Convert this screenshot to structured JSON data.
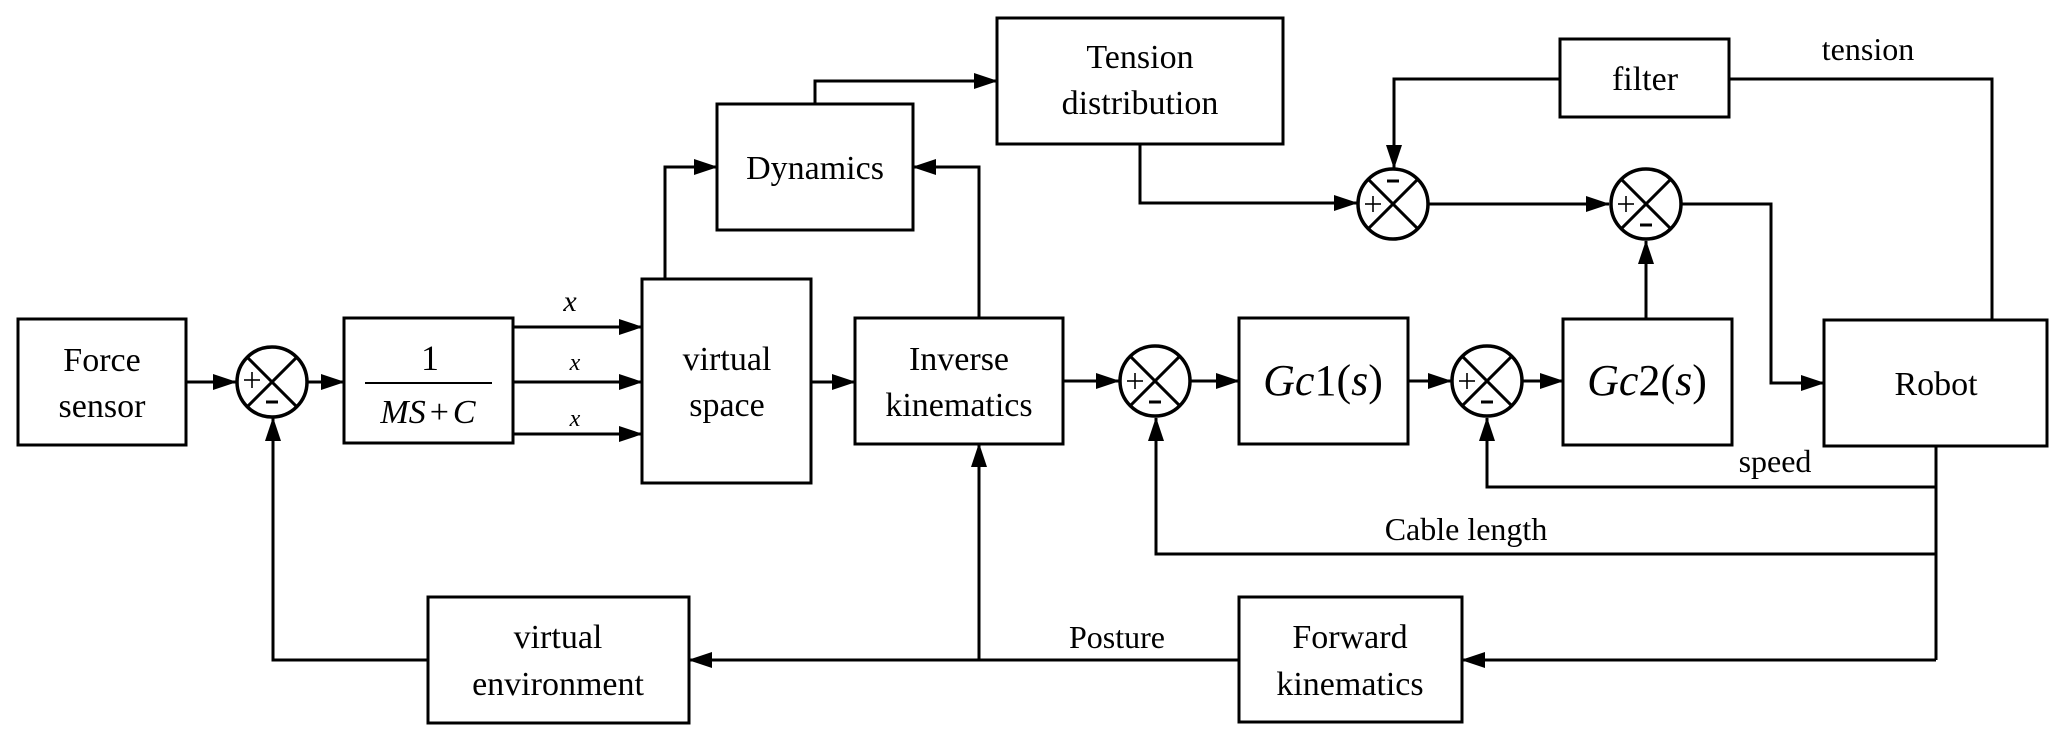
{
  "blocks": {
    "force_sensor": [
      "Force",
      "sensor"
    ],
    "transfer": {
      "numerator": "1",
      "denominator_left": "MS",
      "denominator_op": "+",
      "denominator_right": "C"
    },
    "virtual_space": [
      "virtual",
      "space"
    ],
    "dynamics": "Dynamics",
    "tension_distribution": [
      "Tension",
      "distribution"
    ],
    "inverse_kinematics": [
      "Inverse",
      "kinematics"
    ],
    "gc1": {
      "name": "Gc",
      "index": "1",
      "open": "(",
      "var": "s",
      "close": ")"
    },
    "gc2": {
      "name": "Gc",
      "index": "2",
      "open": "(",
      "var": "s",
      "close": ")"
    },
    "filter": "filter",
    "robot": "Robot",
    "virtual_environment": [
      "virtual",
      "environment"
    ],
    "forward_kinematics": [
      "Forward",
      "kinematics"
    ]
  },
  "signals": {
    "x_top": "x",
    "x_mid": "x",
    "x_bot": "x",
    "tension": "tension",
    "speed": "speed",
    "cable_length": "Cable length",
    "posture": "Posture"
  },
  "summing_junctions": [
    {
      "id": "sum-force",
      "plus": "+",
      "minus": "-"
    },
    {
      "id": "sum-tension",
      "plus": "+",
      "minus": "-"
    },
    {
      "id": "sum-tension-out",
      "plus": "+",
      "minus": "-"
    },
    {
      "id": "sum-cable",
      "plus": "+",
      "minus": "-"
    },
    {
      "id": "sum-speed",
      "plus": "+",
      "minus": "-"
    }
  ]
}
